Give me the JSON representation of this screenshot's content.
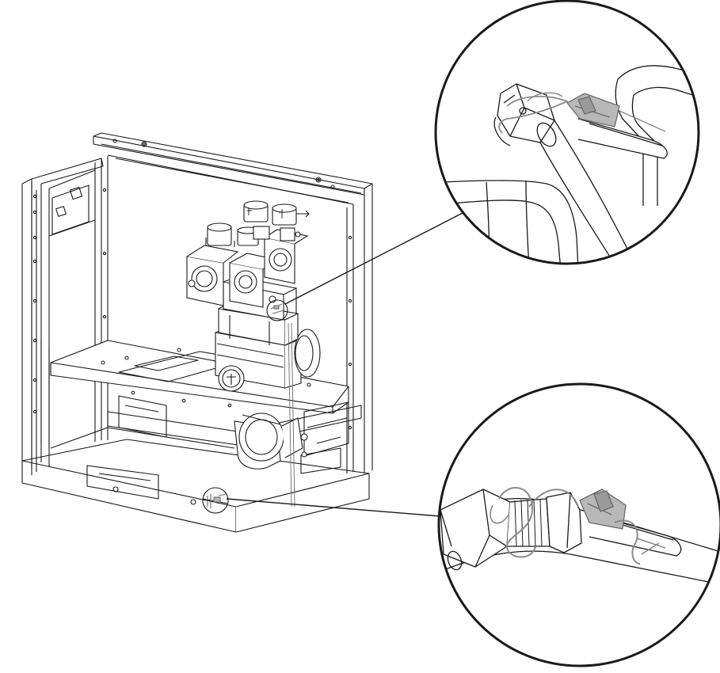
{
  "figure": {
    "description_visible_text": "",
    "callouts": [
      {
        "id": "upper-seal-detail",
        "target": "meter-top-valve-connection"
      },
      {
        "id": "lower-seal-detail",
        "target": "inlet-pipe-connection"
      }
    ],
    "colors": {
      "line": "#1a1a1a",
      "light_line": "#6a6a6a",
      "seal_wire": "#8a8a8a",
      "seal_body": "#b8b8b8",
      "background": "#ffffff"
    }
  }
}
